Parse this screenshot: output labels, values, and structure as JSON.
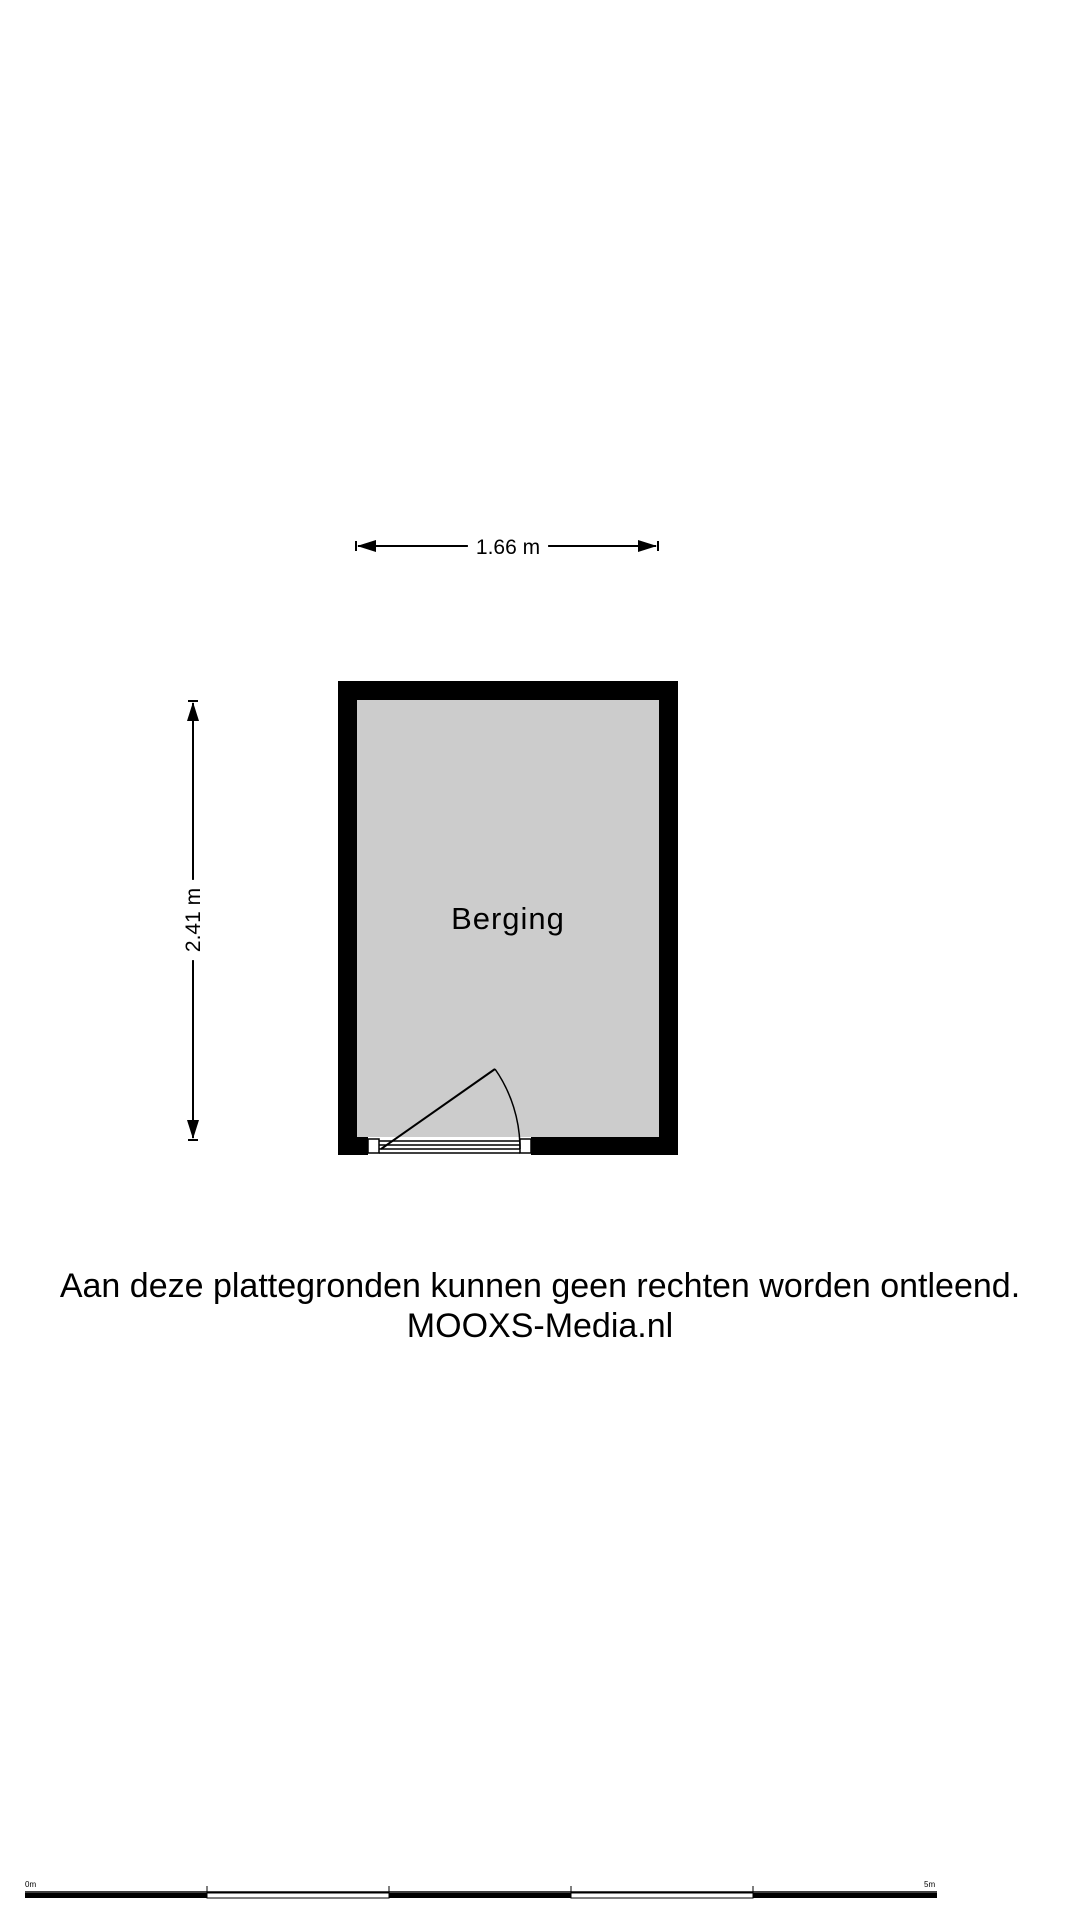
{
  "floorplan": {
    "room_name": "Berging",
    "width_dimension": "1.66 m",
    "height_dimension": "2.41 m",
    "colors": {
      "wall": "#000000",
      "floor": "#cccccc",
      "background": "#ffffff"
    }
  },
  "footer": {
    "disclaimer": "Aan deze plattegronden kunnen geen rechten worden ontleend.",
    "brand": "MOOXS-Media.nl"
  },
  "scale_bar": {
    "start_label": "0m",
    "end_label": "5m",
    "length_m": 5
  }
}
